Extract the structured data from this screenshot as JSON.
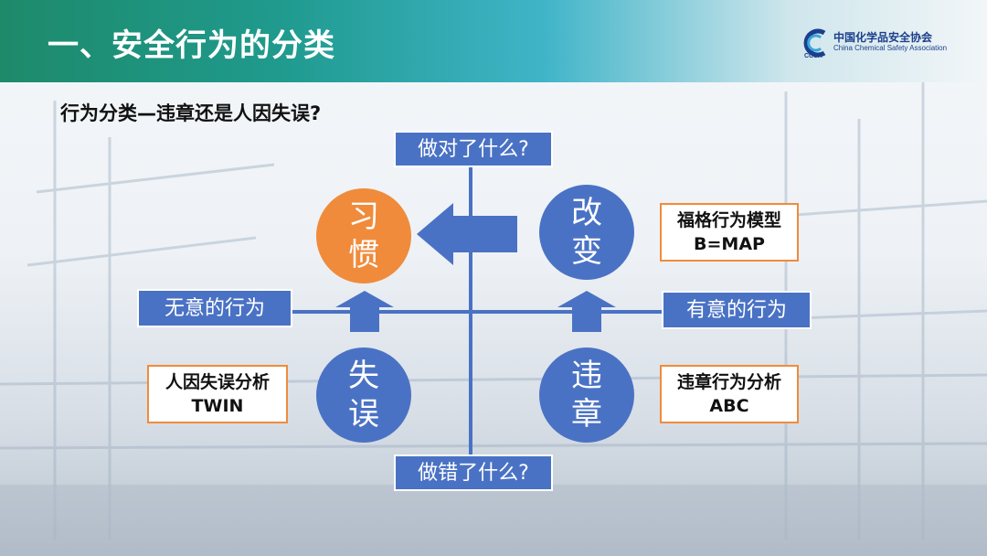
{
  "header": {
    "title": "一、安全行为的分类",
    "logo_cn": "中国化学品安全协会",
    "logo_en": "China Chemical Safety Association",
    "logo_mark": "CCSA"
  },
  "subtitle": "行为分类—违章还是人因失误?",
  "axis": {
    "top": "做对了什么?",
    "bottom": "做错了什么?",
    "left": "无意的行为",
    "right": "有意的行为"
  },
  "circles": {
    "habit": [
      "习",
      "惯"
    ],
    "change": [
      "改",
      "变"
    ],
    "error": [
      "失",
      "误"
    ],
    "violation": [
      "违",
      "章"
    ]
  },
  "boxes": {
    "fogg": [
      "福格行为模型",
      "B=MAP"
    ],
    "twin": [
      "人因失误分析",
      "TWIN"
    ],
    "abc": [
      "违章行为分析",
      "ABC"
    ]
  },
  "colors": {
    "blue": "#4a72c4",
    "orange": "#f08b3b",
    "header_green": "#1e8a6a"
  }
}
